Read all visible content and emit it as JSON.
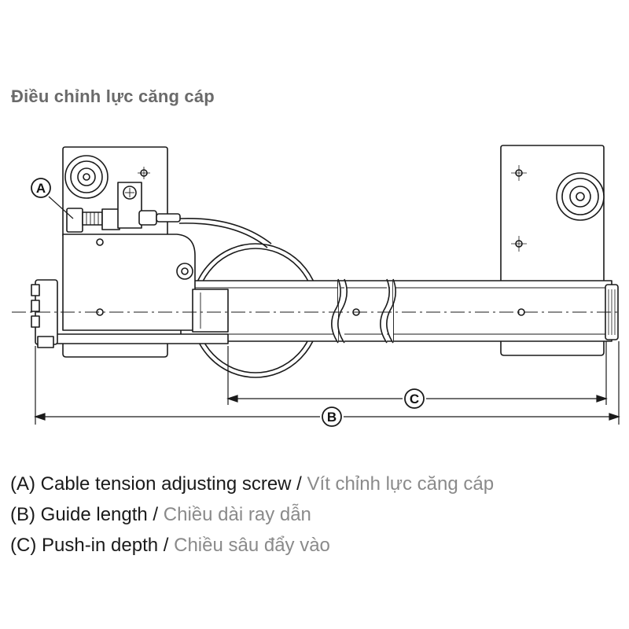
{
  "title": "Điều chỉnh lực căng cáp",
  "callouts": {
    "a": "A",
    "b": "B",
    "c": "C"
  },
  "legend": [
    {
      "key": "a",
      "en": "(A) Cable tension adjusting screw",
      "sep": " / ",
      "vi": "Vít chỉnh lực căng cáp"
    },
    {
      "key": "b",
      "en": "(B) Guide length",
      "sep": " / ",
      "vi": "Chiều dài ray dẫn"
    },
    {
      "key": "c",
      "en": "(C) Push-in depth",
      "sep": " / ",
      "vi": "Chiều sâu đẩy vào"
    }
  ],
  "colors": {
    "line": "#1a1a1a",
    "fill": "#ffffff",
    "title": "#6a6a6a",
    "vi_text": "#8a8a8a"
  }
}
